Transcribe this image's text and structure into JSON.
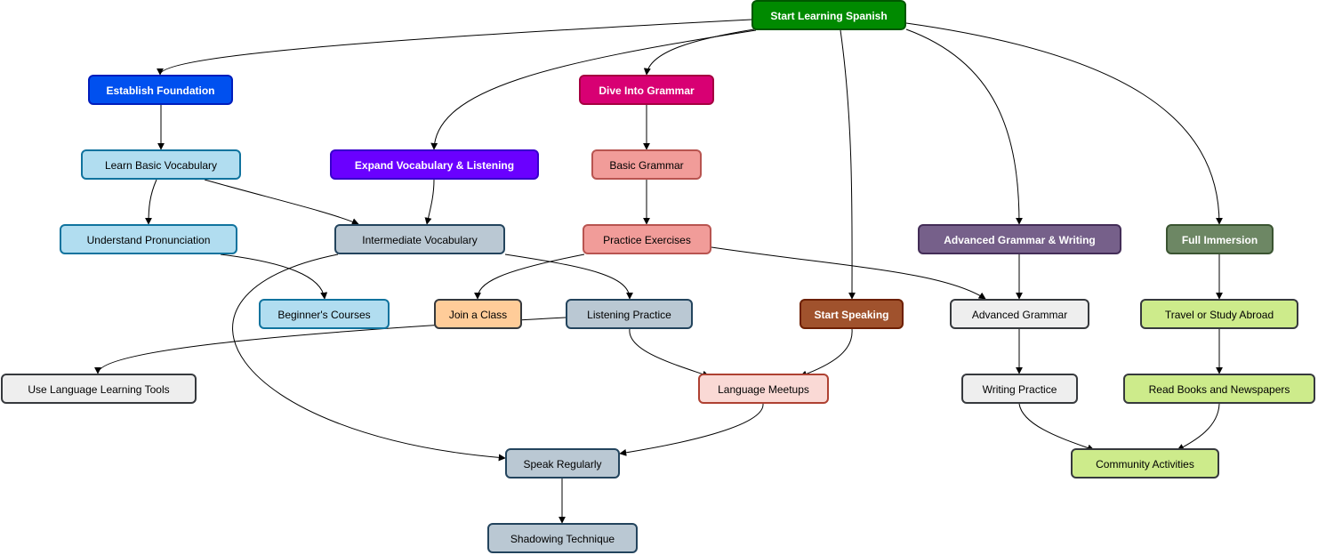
{
  "nodes": [
    {
      "id": "start",
      "label": "Start Learning Spanish",
      "fill": "#008a00",
      "stroke": "#005700",
      "text": "#ffffff",
      "bold": true
    },
    {
      "id": "foundation",
      "label": "Establish Foundation",
      "fill": "#0050ef",
      "stroke": "#001dbc",
      "text": "#ffffff",
      "bold": true
    },
    {
      "id": "grammar",
      "label": "Dive Into Grammar",
      "fill": "#d80073",
      "stroke": "#a50040",
      "text": "#ffffff",
      "bold": true
    },
    {
      "id": "learnvocab",
      "label": "Learn Basic Vocabulary",
      "fill": "#b1ddf0",
      "stroke": "#10739e",
      "text": "#000000",
      "bold": false
    },
    {
      "id": "expand",
      "label": "Expand Vocabulary & Listening",
      "fill": "#6a00ff",
      "stroke": "#3700cc",
      "text": "#ffffff",
      "bold": true
    },
    {
      "id": "basicgrammar",
      "label": "Basic Grammar",
      "fill": "#f19c99",
      "stroke": "#b85450",
      "text": "#000000",
      "bold": false
    },
    {
      "id": "pronunciation",
      "label": "Understand Pronunciation",
      "fill": "#b1ddf0",
      "stroke": "#10739e",
      "text": "#000000",
      "bold": false
    },
    {
      "id": "intervocab",
      "label": "Intermediate Vocabulary",
      "fill": "#bac8d3",
      "stroke": "#23445d",
      "text": "#000000",
      "bold": false
    },
    {
      "id": "practice",
      "label": "Practice Exercises",
      "fill": "#f19c99",
      "stroke": "#b85450",
      "text": "#000000",
      "bold": false
    },
    {
      "id": "advgrammarwriting",
      "label": "Advanced Grammar & Writing",
      "fill": "#76608a",
      "stroke": "#432d57",
      "text": "#ffffff",
      "bold": true
    },
    {
      "id": "immersion",
      "label": "Full Immersion",
      "fill": "#6d8764",
      "stroke": "#3a5431",
      "text": "#ffffff",
      "bold": true
    },
    {
      "id": "beginner",
      "label": "Beginner's Courses",
      "fill": "#b1ddf0",
      "stroke": "#10739e",
      "text": "#000000",
      "bold": false
    },
    {
      "id": "joinclass",
      "label": "Join a Class",
      "fill": "#ffcc99",
      "stroke": "#36393d",
      "text": "#000000",
      "bold": false
    },
    {
      "id": "listening",
      "label": "Listening Practice",
      "fill": "#bac8d3",
      "stroke": "#23445d",
      "text": "#000000",
      "bold": false
    },
    {
      "id": "startspeaking",
      "label": "Start Speaking",
      "fill": "#a0522d",
      "stroke": "#6d1f00",
      "text": "#ffffff",
      "bold": true
    },
    {
      "id": "advgrammar",
      "label": "Advanced Grammar",
      "fill": "#eeeeee",
      "stroke": "#36393d",
      "text": "#000000",
      "bold": false
    },
    {
      "id": "travel",
      "label": "Travel or Study Abroad",
      "fill": "#cdeb8b",
      "stroke": "#36393d",
      "text": "#000000",
      "bold": false
    },
    {
      "id": "tools",
      "label": "Use Language Learning Tools",
      "fill": "#eeeeee",
      "stroke": "#36393d",
      "text": "#000000",
      "bold": false
    },
    {
      "id": "meetups",
      "label": "Language Meetups",
      "fill": "#fad9d5",
      "stroke": "#ae4132",
      "text": "#000000",
      "bold": false
    },
    {
      "id": "writing",
      "label": "Writing Practice",
      "fill": "#eeeeee",
      "stroke": "#36393d",
      "text": "#000000",
      "bold": false
    },
    {
      "id": "readbooks",
      "label": "Read Books and Newspapers",
      "fill": "#cdeb8b",
      "stroke": "#36393d",
      "text": "#000000",
      "bold": false
    },
    {
      "id": "speak",
      "label": "Speak Regularly",
      "fill": "#bac8d3",
      "stroke": "#23445d",
      "text": "#000000",
      "bold": false
    },
    {
      "id": "community",
      "label": "Community Activities",
      "fill": "#cdeb8b",
      "stroke": "#36393d",
      "text": "#000000",
      "bold": false
    },
    {
      "id": "shadowing",
      "label": "Shadowing Technique",
      "fill": "#bac8d3",
      "stroke": "#23445d",
      "text": "#000000",
      "bold": false
    }
  ],
  "edges": [
    {
      "from": "start",
      "to": "foundation"
    },
    {
      "from": "start",
      "to": "grammar"
    },
    {
      "from": "start",
      "to": "expand"
    },
    {
      "from": "start",
      "to": "startspeaking"
    },
    {
      "from": "start",
      "to": "advgrammarwriting"
    },
    {
      "from": "start",
      "to": "immersion"
    },
    {
      "from": "foundation",
      "to": "learnvocab"
    },
    {
      "from": "learnvocab",
      "to": "pronunciation"
    },
    {
      "from": "learnvocab",
      "to": "intervocab"
    },
    {
      "from": "expand",
      "to": "intervocab"
    },
    {
      "from": "grammar",
      "to": "basicgrammar"
    },
    {
      "from": "basicgrammar",
      "to": "practice"
    },
    {
      "from": "pronunciation",
      "to": "beginner"
    },
    {
      "from": "intervocab",
      "to": "listening"
    },
    {
      "from": "intervocab",
      "to": "speak"
    },
    {
      "from": "practice",
      "to": "joinclass"
    },
    {
      "from": "practice",
      "to": "advgrammar"
    },
    {
      "from": "listening",
      "to": "tools"
    },
    {
      "from": "listening",
      "to": "meetups"
    },
    {
      "from": "startspeaking",
      "to": "meetups"
    },
    {
      "from": "advgrammarwriting",
      "to": "advgrammar"
    },
    {
      "from": "advgrammar",
      "to": "writing"
    },
    {
      "from": "immersion",
      "to": "travel"
    },
    {
      "from": "travel",
      "to": "readbooks"
    },
    {
      "from": "meetups",
      "to": "speak"
    },
    {
      "from": "speak",
      "to": "shadowing"
    },
    {
      "from": "writing",
      "to": "community"
    },
    {
      "from": "readbooks",
      "to": "community"
    }
  ]
}
